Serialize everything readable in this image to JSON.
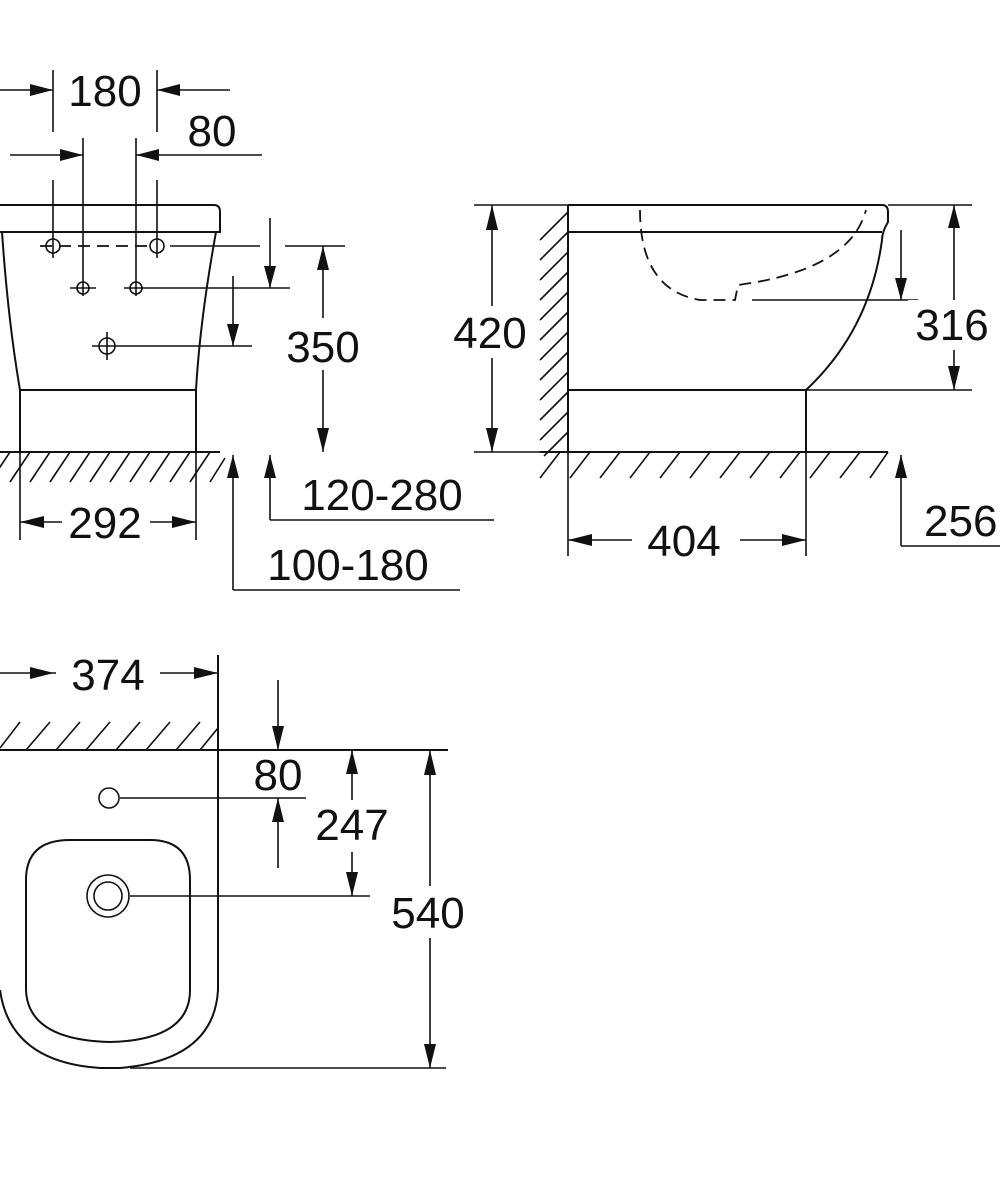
{
  "diagram": {
    "line_color": "#111111",
    "background": "#ffffff",
    "front_view": {
      "dim_width_top": "180",
      "dim_offset_top": "80",
      "dim_height_outlet": "350",
      "dim_width_bottom": "292",
      "dim_range_1": "120-280",
      "dim_range_2": "100-180"
    },
    "side_view": {
      "dim_total_height": "420",
      "dim_outlet_height": "316",
      "dim_depth": "404",
      "dim_floor_offset": "256"
    },
    "top_view": {
      "dim_width": "374",
      "dim_hole_offset": "80",
      "dim_drain_offset": "247",
      "dim_length": "540"
    }
  }
}
